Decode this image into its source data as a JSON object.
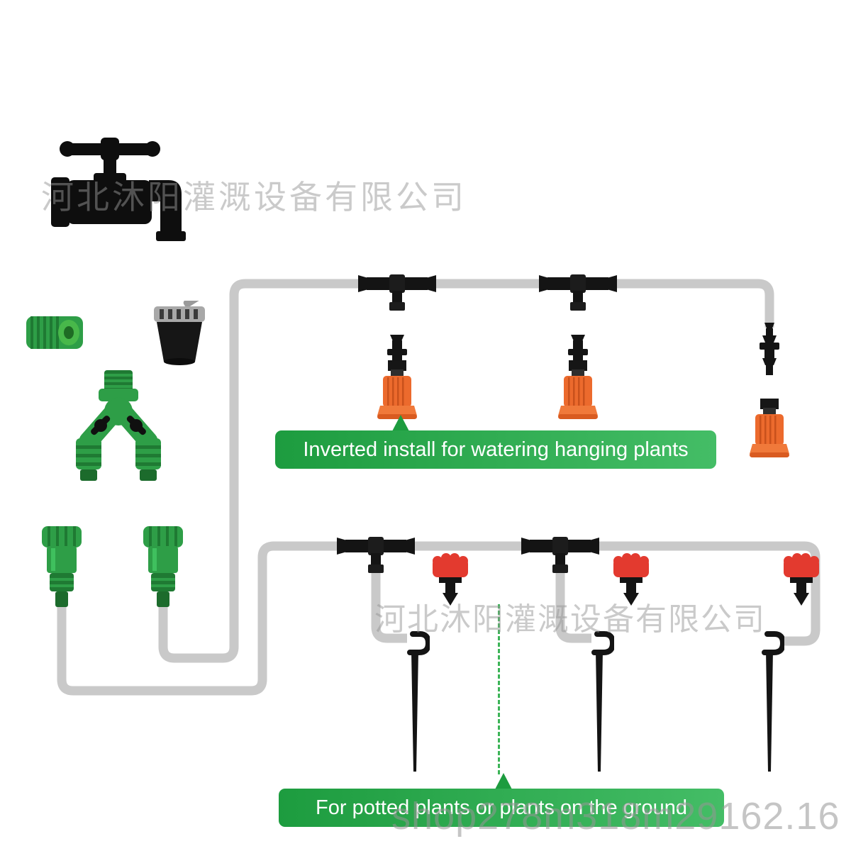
{
  "watermarks": {
    "company_top": "河北沐阳灌溉设备有限公司",
    "company_middle": "河北沐阳灌溉设备有限公司",
    "shop_id": "shop278m318m29162.16"
  },
  "callouts": {
    "hanging": {
      "label": "Inverted install for watering hanging plants"
    },
    "ground": {
      "label": "For potted plants or plants on the ground"
    }
  },
  "parts": [
    "faucet",
    "thread-adapter",
    "tap-connector",
    "2-way-splitter-valve",
    "quick-connector",
    "tee-connector",
    "barb-adapter",
    "mist-nozzle",
    "barb-connector",
    "adjustable-dripper",
    "drip-stake",
    "tubing"
  ],
  "colors": {
    "banner_green_dark": "#1d9c3f",
    "banner_green_light": "#44bd66",
    "tube_gray": "#c9c9c9",
    "part_green": "#2e9e47",
    "nozzle_orange": "#ec6a2d",
    "dripper_red": "#e33a2f",
    "watermark_gray": "#969696",
    "dashed_green": "#3cb457"
  }
}
